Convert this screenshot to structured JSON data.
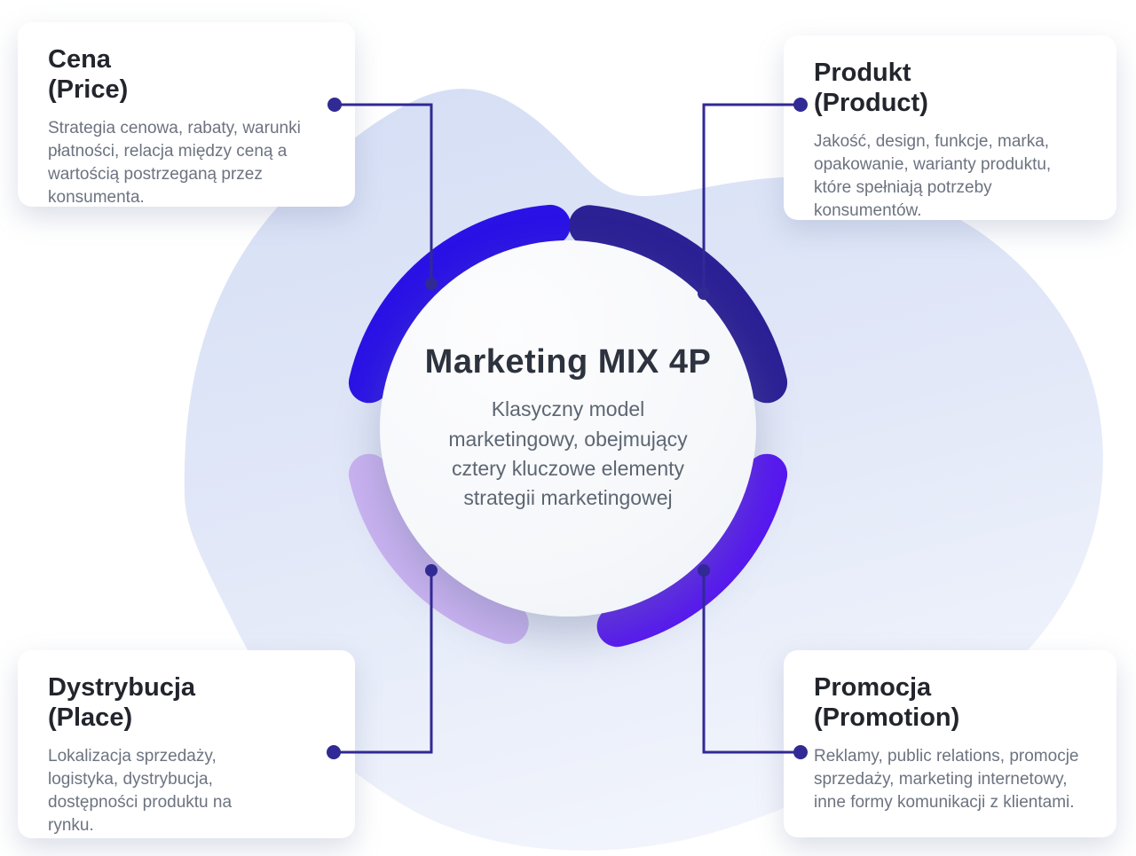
{
  "center": {
    "title": "Marketing MIX 4P",
    "description": "Klasyczny model marketingowy, obejmujący cztery kluczowe elementy strategii marketingowej"
  },
  "cards": [
    {
      "id": "price",
      "title": "Cena",
      "subtitle": "(Price)",
      "body": "Strategia cenowa, rabaty, warunki płatności, relacja między ceną a wartością postrzeganą przez konsumenta."
    },
    {
      "id": "product",
      "title": "Produkt",
      "subtitle": "(Product)",
      "body": "Jakość, design, funkcje, marka, opakowanie, warianty produktu, które spełniają potrzeby konsumentów."
    },
    {
      "id": "place",
      "title": "Dystrybucja",
      "subtitle": "(Place)",
      "body": "Lokalizacja sprzedaży, logistyka, dystrybucja, dostępności produktu na rynku."
    },
    {
      "id": "promotion",
      "title": "Promocja",
      "subtitle": "(Promotion)",
      "body": "Reklamy, public relations, promocje sprzedaży, marketing internetowy, inne formy komunikacji z klientami."
    }
  ],
  "colors": {
    "arc_price": "#2a12e6",
    "arc_product": "#2c2095",
    "arc_place": "#c9b2f1",
    "arc_promotion": "#5615f2",
    "connector": "#312994",
    "blob_top": "#d6dff5",
    "blob_mid": "#e2e8f8",
    "blob_bottom": "#f2f5fc"
  }
}
